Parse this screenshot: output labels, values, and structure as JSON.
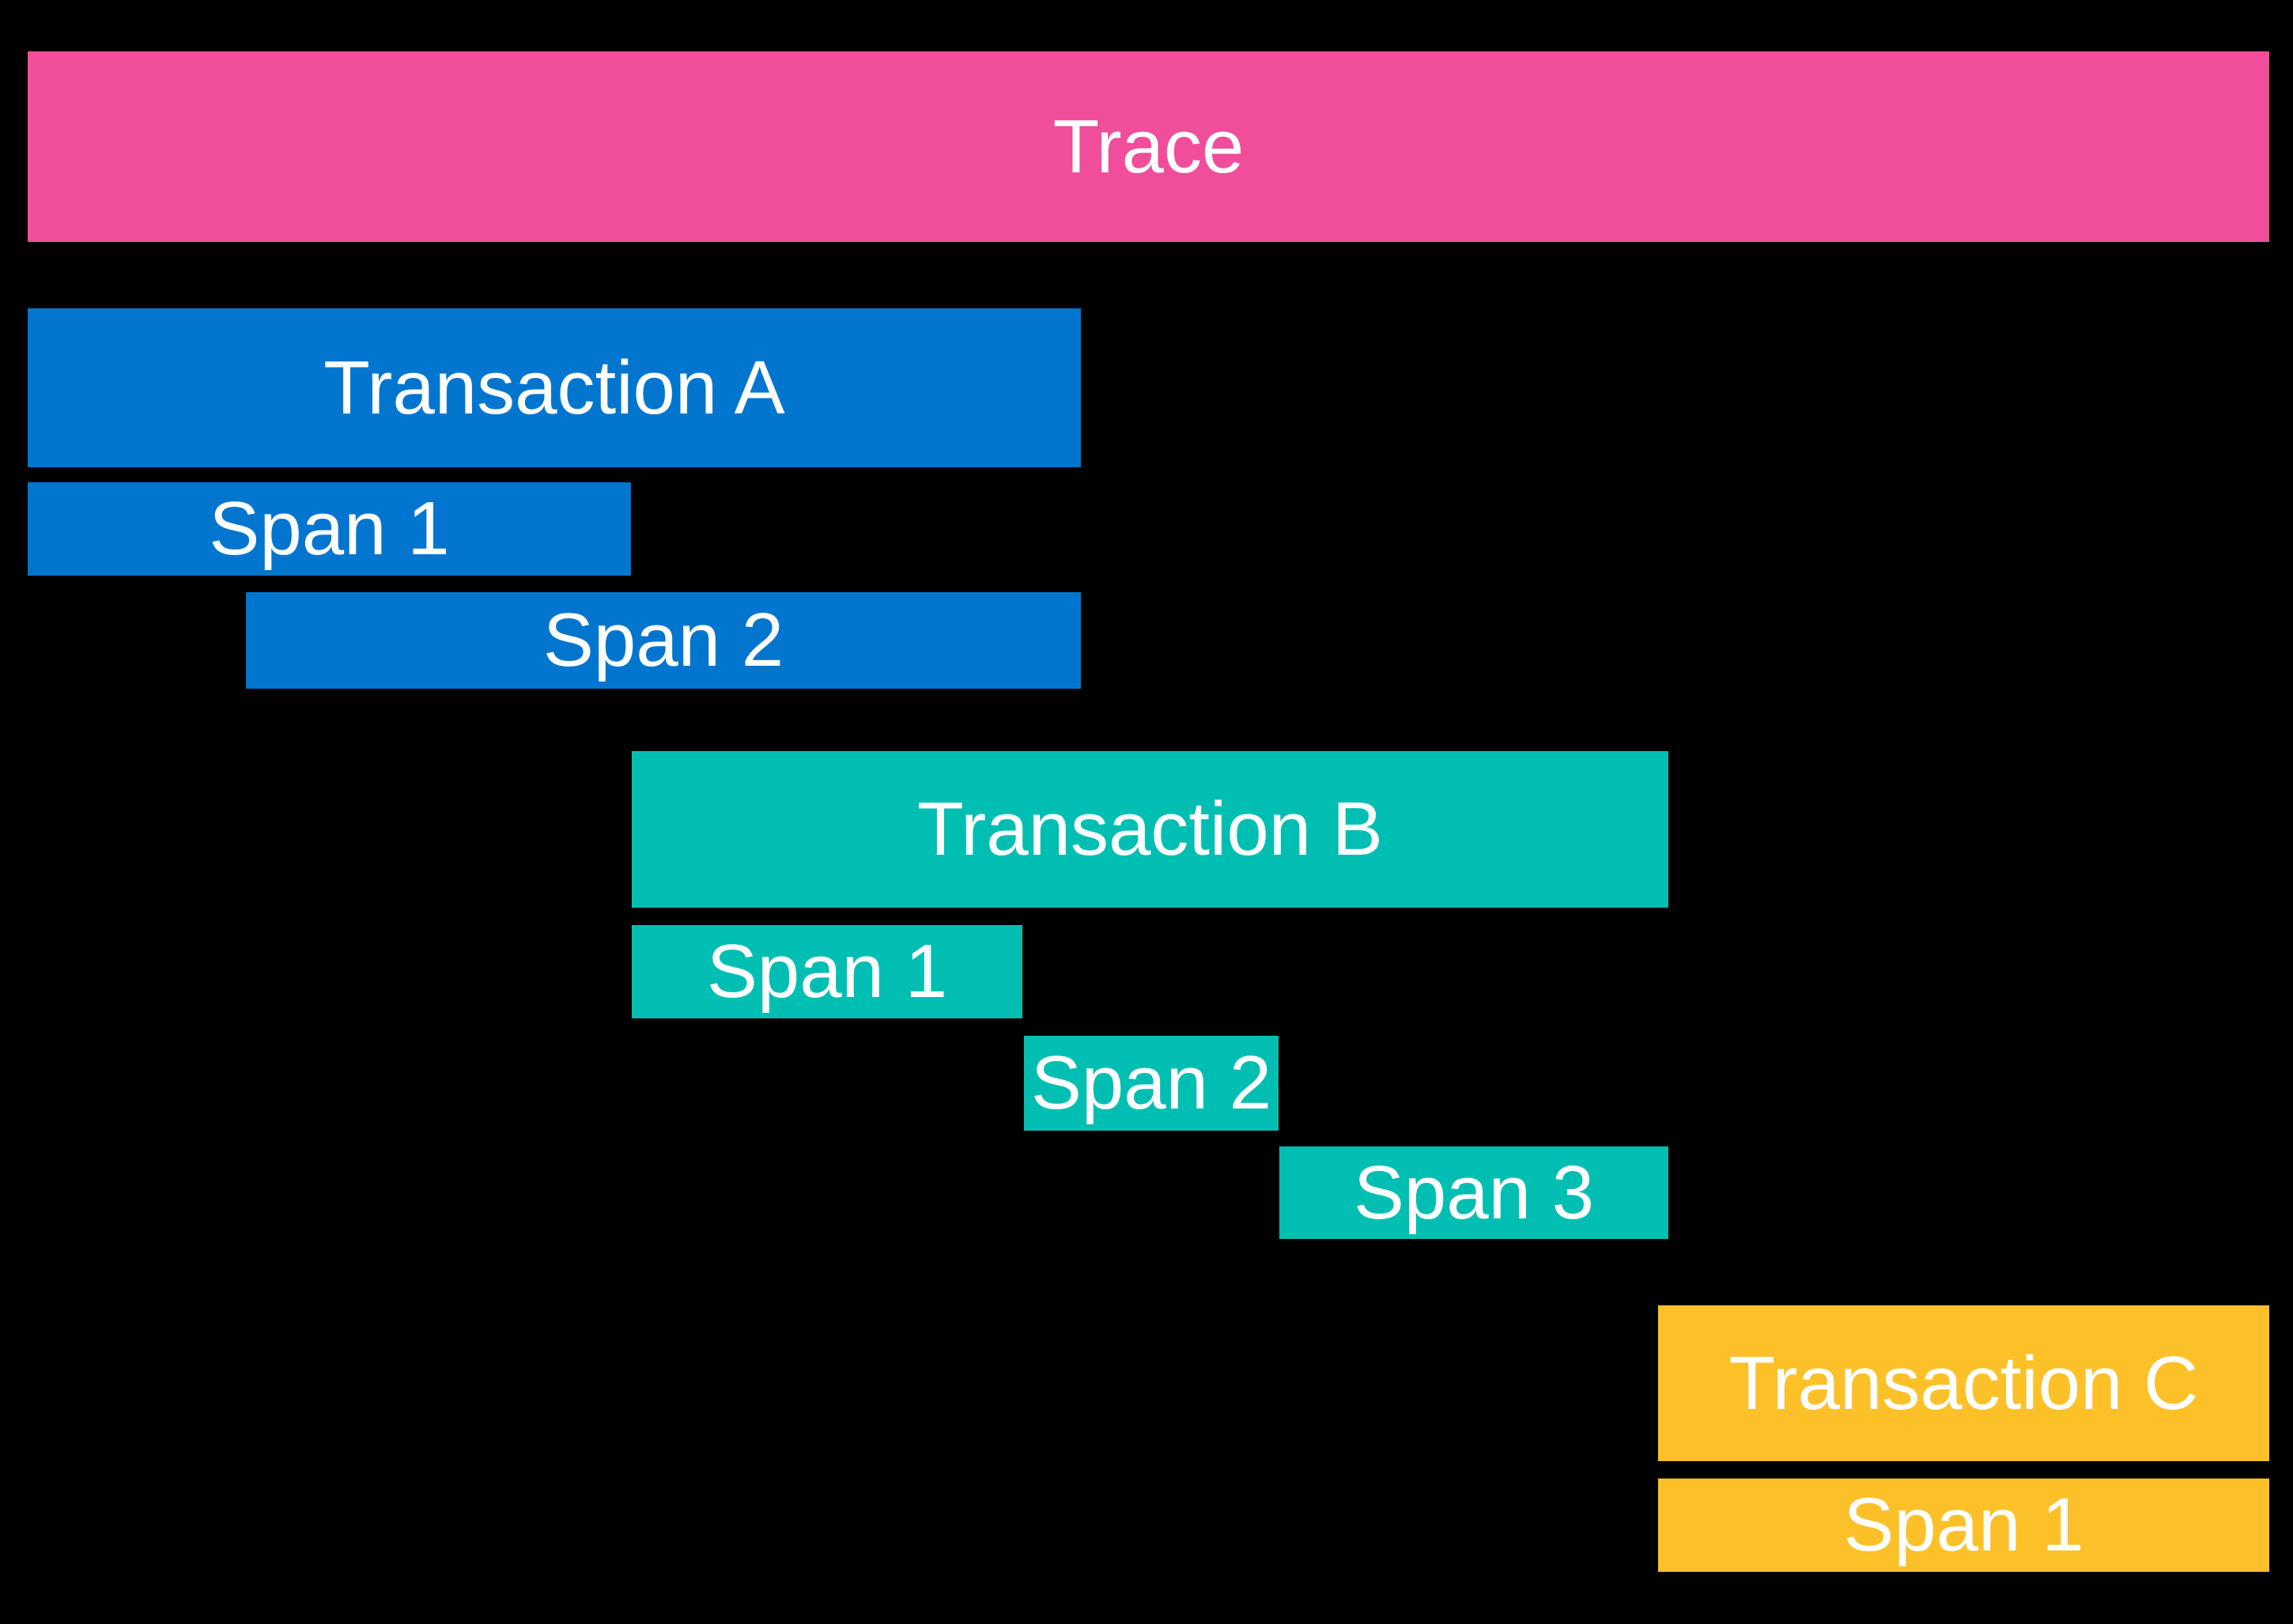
{
  "canvas": {
    "background": "#000000",
    "text_color": "#FFFFFF"
  },
  "colors": {
    "trace": "#F04D9A",
    "transaction_a": "#0276CF",
    "transaction_b": "#00BFB2",
    "transaction_c": "#FCC128"
  },
  "trace": {
    "label": "Trace"
  },
  "transactions": [
    {
      "label": "Transaction A",
      "spans": [
        {
          "label": "Span 1"
        },
        {
          "label": "Span 2"
        }
      ]
    },
    {
      "label": "Transaction B",
      "spans": [
        {
          "label": "Span 1"
        },
        {
          "label": "Span 2"
        },
        {
          "label": "Span 3"
        }
      ]
    },
    {
      "label": "Transaction C",
      "spans": [
        {
          "label": "Span 1"
        }
      ]
    }
  ]
}
